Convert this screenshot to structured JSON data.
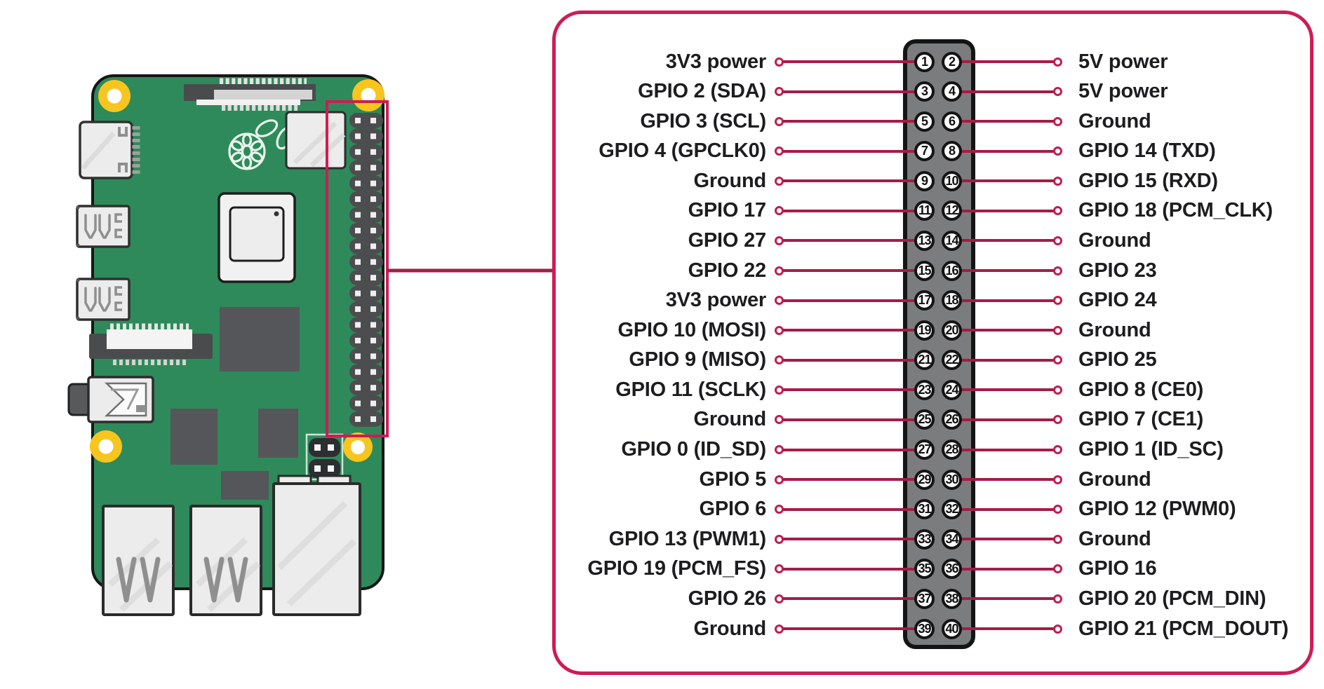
{
  "colors": {
    "accent": "#ce1c54",
    "line": "#a51c47",
    "dot": "#c01d4f",
    "text": "#1d1d1f",
    "strip_gray": "#7b7c7e",
    "board_green": "#2e8a5a",
    "hole_yellow": "#f7c51e",
    "port_gray": "#ececec",
    "chip_gray": "#55565a"
  },
  "pinout": {
    "rows": [
      {
        "left_label": "3V3 power",
        "left_pin": "1",
        "right_pin": "2",
        "right_label": "5V power"
      },
      {
        "left_label": "GPIO 2 (SDA)",
        "left_pin": "3",
        "right_pin": "4",
        "right_label": "5V power"
      },
      {
        "left_label": "GPIO 3 (SCL)",
        "left_pin": "5",
        "right_pin": "6",
        "right_label": "Ground"
      },
      {
        "left_label": "GPIO 4 (GPCLK0)",
        "left_pin": "7",
        "right_pin": "8",
        "right_label": "GPIO 14 (TXD)"
      },
      {
        "left_label": "Ground",
        "left_pin": "9",
        "right_pin": "10",
        "right_label": "GPIO 15 (RXD)"
      },
      {
        "left_label": "GPIO 17",
        "left_pin": "11",
        "right_pin": "12",
        "right_label": "GPIO 18 (PCM_CLK)"
      },
      {
        "left_label": "GPIO 27",
        "left_pin": "13",
        "right_pin": "14",
        "right_label": "Ground"
      },
      {
        "left_label": "GPIO 22",
        "left_pin": "15",
        "right_pin": "16",
        "right_label": "GPIO 23"
      },
      {
        "left_label": "3V3 power",
        "left_pin": "17",
        "right_pin": "18",
        "right_label": "GPIO 24"
      },
      {
        "left_label": "GPIO 10 (MOSI)",
        "left_pin": "19",
        "right_pin": "20",
        "right_label": "Ground"
      },
      {
        "left_label": "GPIO 9 (MISO)",
        "left_pin": "21",
        "right_pin": "22",
        "right_label": "GPIO 25"
      },
      {
        "left_label": "GPIO 11 (SCLK)",
        "left_pin": "23",
        "right_pin": "24",
        "right_label": "GPIO 8 (CE0)"
      },
      {
        "left_label": "Ground",
        "left_pin": "25",
        "right_pin": "26",
        "right_label": "GPIO 7 (CE1)"
      },
      {
        "left_label": "GPIO 0 (ID_SD)",
        "left_pin": "27",
        "right_pin": "28",
        "right_label": "GPIO 1 (ID_SC)"
      },
      {
        "left_label": "GPIO 5",
        "left_pin": "29",
        "right_pin": "30",
        "right_label": "Ground"
      },
      {
        "left_label": "GPIO 6",
        "left_pin": "31",
        "right_pin": "32",
        "right_label": "GPIO 12 (PWM0)"
      },
      {
        "left_label": "GPIO 13 (PWM1)",
        "left_pin": "33",
        "right_pin": "34",
        "right_label": "Ground"
      },
      {
        "left_label": "GPIO 19 (PCM_FS)",
        "left_pin": "35",
        "right_pin": "36",
        "right_label": "GPIO 16"
      },
      {
        "left_label": "GPIO 26",
        "left_pin": "37",
        "right_pin": "38",
        "right_label": "GPIO 20 (PCM_DIN)"
      },
      {
        "left_label": "Ground",
        "left_pin": "39",
        "right_pin": "40",
        "right_label": "GPIO 21 (PCM_DOUT)"
      }
    ]
  }
}
